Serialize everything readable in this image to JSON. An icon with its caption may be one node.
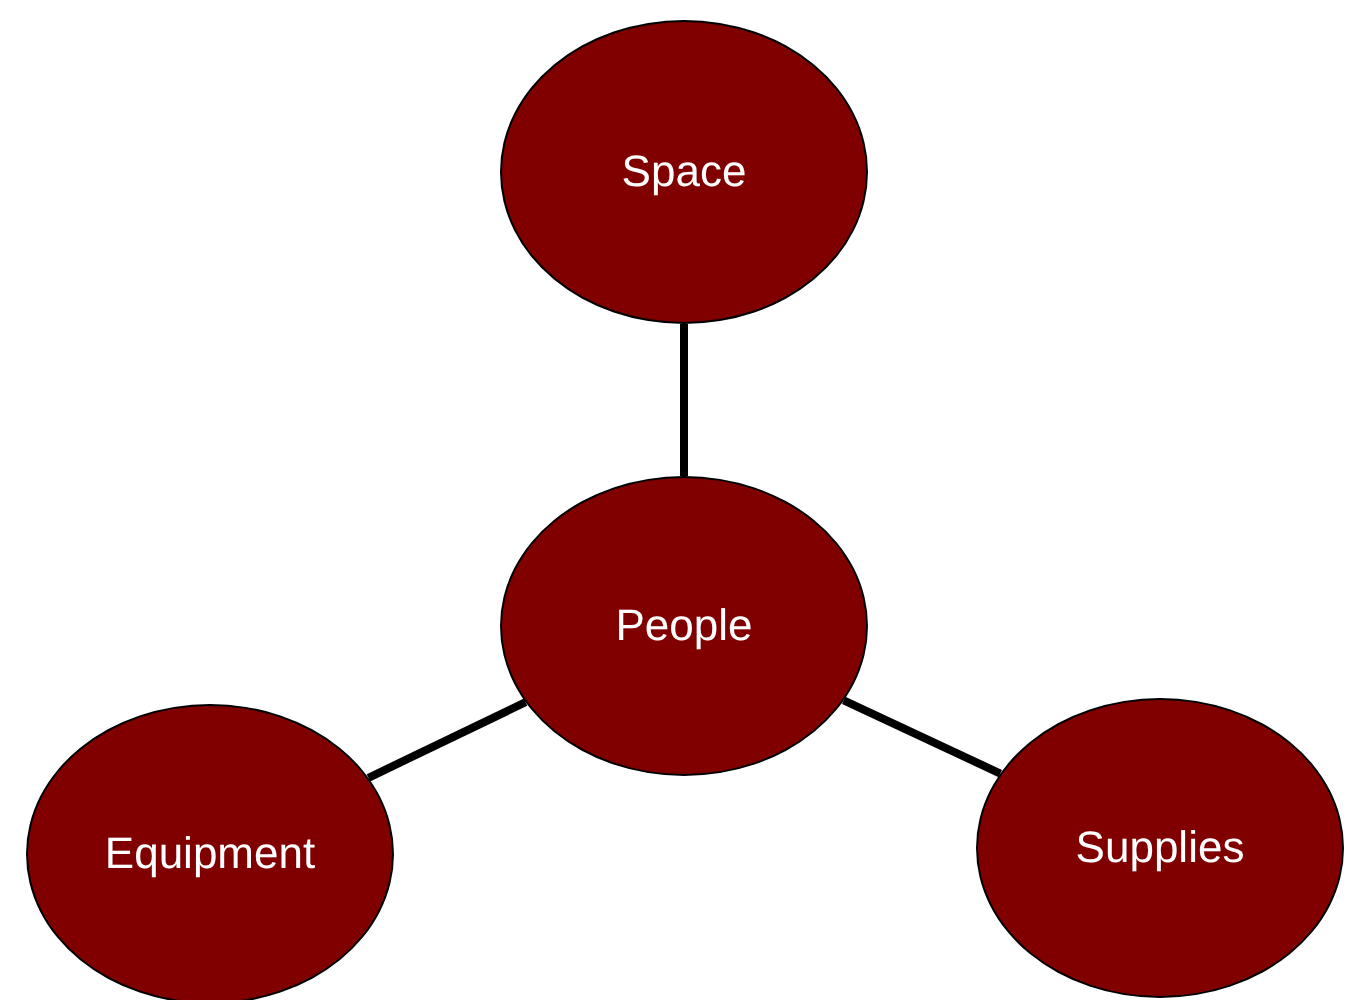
{
  "diagram": {
    "nodes": [
      {
        "text": [
          "Space"
        ]
      },
      {
        "text": [
          "People"
        ]
      },
      {
        "text": [
          "Equipment"
        ]
      },
      {
        "text": [
          "Supplies"
        ]
      }
    ],
    "edges": [
      {
        "from": 1,
        "to": 0,
        "arrow": "none"
      },
      {
        "from": 1,
        "to": 2,
        "arrow": "none"
      },
      {
        "from": 1,
        "to": 3,
        "arrow": "none"
      }
    ]
  }
}
